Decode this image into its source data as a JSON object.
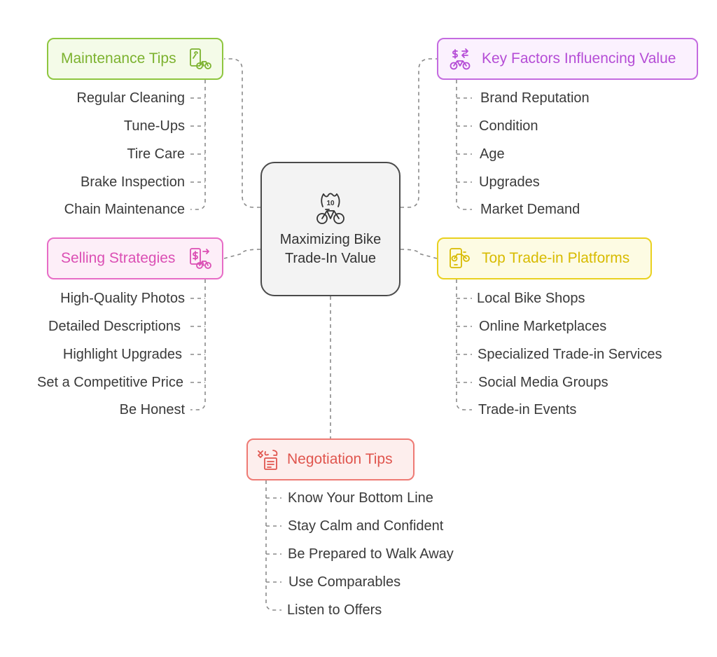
{
  "center": {
    "title": "Maximizing Bike Trade-In Value",
    "icon": "bike-badge-10-icon"
  },
  "branches": {
    "maintenance": {
      "title": "Maintenance Tips",
      "icon": "phone-bike-icon",
      "color": "#8ec63f",
      "items": [
        "Regular Cleaning",
        "Tune-Ups",
        "Tire Care",
        "Brake Inspection",
        "Chain Maintenance"
      ]
    },
    "key_factors": {
      "title": "Key Factors Influencing Value",
      "icon": "dollar-bike-icon",
      "color": "#c46be0",
      "items": [
        "Brand Reputation",
        "Condition",
        "Age",
        "Upgrades",
        "Market Demand"
      ]
    },
    "selling": {
      "title": "Selling Strategies",
      "icon": "dollar-exchange-bike-icon",
      "color": "#e76cc6",
      "items": [
        "High-Quality Photos",
        "Detailed Descriptions",
        "Highlight Upgrades",
        "Set a Competitive Price",
        "Be Honest"
      ]
    },
    "platforms": {
      "title": "Top Trade-in Platforms",
      "icon": "mobile-bike-icon",
      "color": "#e9d11f",
      "items": [
        "Local Bike Shops",
        "Online Marketplaces",
        "Specialized Trade-in Services",
        "Social Media Groups",
        "Trade-in Events"
      ]
    },
    "negotiation": {
      "title": "Negotiation Tips",
      "icon": "negotiation-document-icon",
      "color": "#ee7a74",
      "items": [
        "Know Your Bottom Line",
        "Stay Calm and Confident",
        "Be Prepared to Walk Away",
        "Use Comparables",
        "Listen to Offers"
      ]
    }
  }
}
